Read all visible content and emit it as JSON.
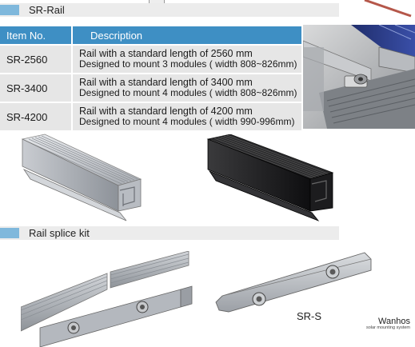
{
  "sections": {
    "rail_title": "SR-Rail",
    "splice_title": "Rail splice kit"
  },
  "table": {
    "headers": [
      "Item No.",
      "Description"
    ],
    "rows": [
      {
        "item": "SR-2560",
        "line1": "Rail with a standard length of 2560 mm",
        "line2": "Designed to mount 3 modules ( width 808~826mm)"
      },
      {
        "item": "SR-3400",
        "line1": "Rail with a standard length of 3400 mm",
        "line2": "Designed to mount 4 modules ( width 808~826mm)"
      },
      {
        "item": "SR-4200",
        "line1": "Rail with a standard length of 4200 mm",
        "line2": "Designed to mount 4 modules ( width 990-996mm)"
      }
    ]
  },
  "splice_label": "SR-S",
  "brand": {
    "name": "Wanhos",
    "tagline": "solar mounting system"
  },
  "colors": {
    "accent_blue": "#3e8fc4",
    "swatch_blue": "#7fb8dc",
    "row_gray": "#e6e6e6"
  }
}
